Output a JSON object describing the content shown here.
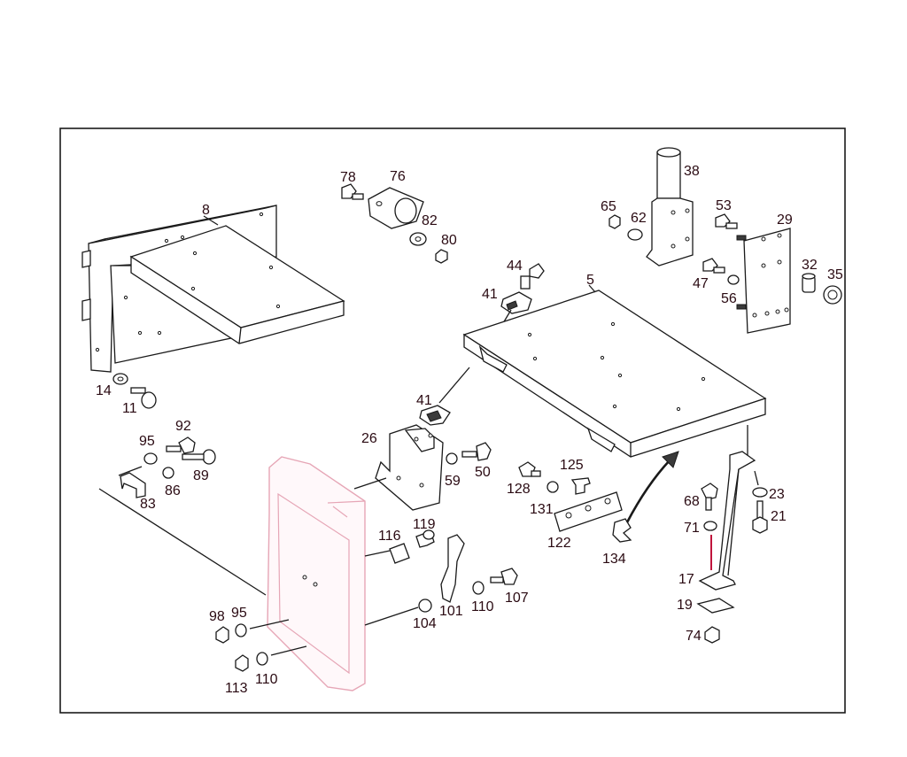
{
  "colors": {
    "line": "#1a1a1a",
    "label": "#2a0a12",
    "bracket_outline": "#e6a6b6",
    "accent_line": "#c0143c",
    "background": "#ffffff"
  },
  "labels": {
    "l8": "8",
    "l78": "78",
    "l76": "76",
    "l82": "82",
    "l80": "80",
    "l38": "38",
    "l65": "65",
    "l62": "62",
    "l53": "53",
    "l29": "29",
    "l44": "44",
    "l5": "5",
    "l41a": "41",
    "l47": "47",
    "l56": "56",
    "l32": "32",
    "l35": "35",
    "l14": "14",
    "l11": "11",
    "l41b": "41",
    "l92": "92",
    "l95a": "95",
    "l89": "89",
    "l86": "86",
    "l83": "83",
    "l26": "26",
    "l59": "59",
    "l50": "50",
    "l125": "125",
    "l128": "128",
    "l131": "131",
    "l122": "122",
    "l134": "134",
    "l119": "119",
    "l116": "116",
    "l101": "101",
    "l110a": "110",
    "l107": "107",
    "l104": "104",
    "l98": "98",
    "l95b": "95",
    "l113": "113",
    "l110b": "110",
    "l68": "68",
    "l71": "71",
    "l17": "17",
    "l19": "19",
    "l74": "74",
    "l23": "23",
    "l21": "21"
  }
}
